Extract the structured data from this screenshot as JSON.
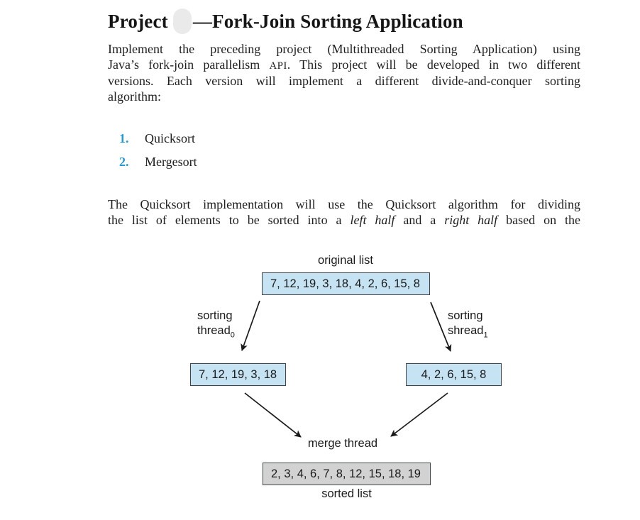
{
  "colors": {
    "accent_blue": "#2398d5",
    "box_blue": "#c5e3f2",
    "box_gray": "#d2d2d2",
    "box_border": "#3f4447",
    "text": "#1e1e1e"
  },
  "page": {
    "title": {
      "prefix": "Project",
      "suffix": "—Fork-Join Sorting Application"
    },
    "para1": {
      "lines": [
        {
          "segs": [
            {
              "t": "Implement the preceding project (Multithreaded Sorting Application) using"
            }
          ]
        },
        {
          "segs": [
            {
              "t": "Java’s fork-join parallelism "
            },
            {
              "t": "API",
              "c": "sc"
            },
            {
              "t": ". This project will be developed in two different"
            }
          ]
        },
        {
          "segs": [
            {
              "t": "versions. Each version will implement a different divide-and-conquer sorting"
            }
          ]
        },
        {
          "segs": [
            {
              "t": "algorithm:"
            }
          ],
          "j": false
        }
      ]
    },
    "list": {
      "items": [
        {
          "num": "1.",
          "label": "Quicksort"
        },
        {
          "num": "2.",
          "label": "Mergesort"
        }
      ]
    },
    "para2": {
      "lines": [
        {
          "segs": [
            {
              "t": "The Quicksort implementation will use the Quicksort algorithm for dividing"
            }
          ]
        },
        {
          "segs": [
            {
              "t": "the list of elements to be sorted into a "
            },
            {
              "t": "left half",
              "c": "it"
            },
            {
              "t": " and a "
            },
            {
              "t": "right half",
              "c": "it"
            },
            {
              "t": " based on the"
            }
          ]
        }
      ]
    }
  },
  "diagram": {
    "original_label": "original list",
    "original_values": "7, 12, 19, 3, 18, 4, 2, 6, 15, 8",
    "left_thread": {
      "line1": "sorting",
      "base": "thread",
      "sub": "0"
    },
    "right_thread": {
      "line1": "sorting",
      "base": "shread",
      "sub": "1"
    },
    "left_values": "7, 12, 19, 3, 18",
    "right_values": "4, 2, 6, 15, 8",
    "merge_label": "merge thread",
    "sorted_values": "2, 3, 4, 6, 7, 8, 12, 15, 18, 19",
    "sorted_label": "sorted list"
  }
}
